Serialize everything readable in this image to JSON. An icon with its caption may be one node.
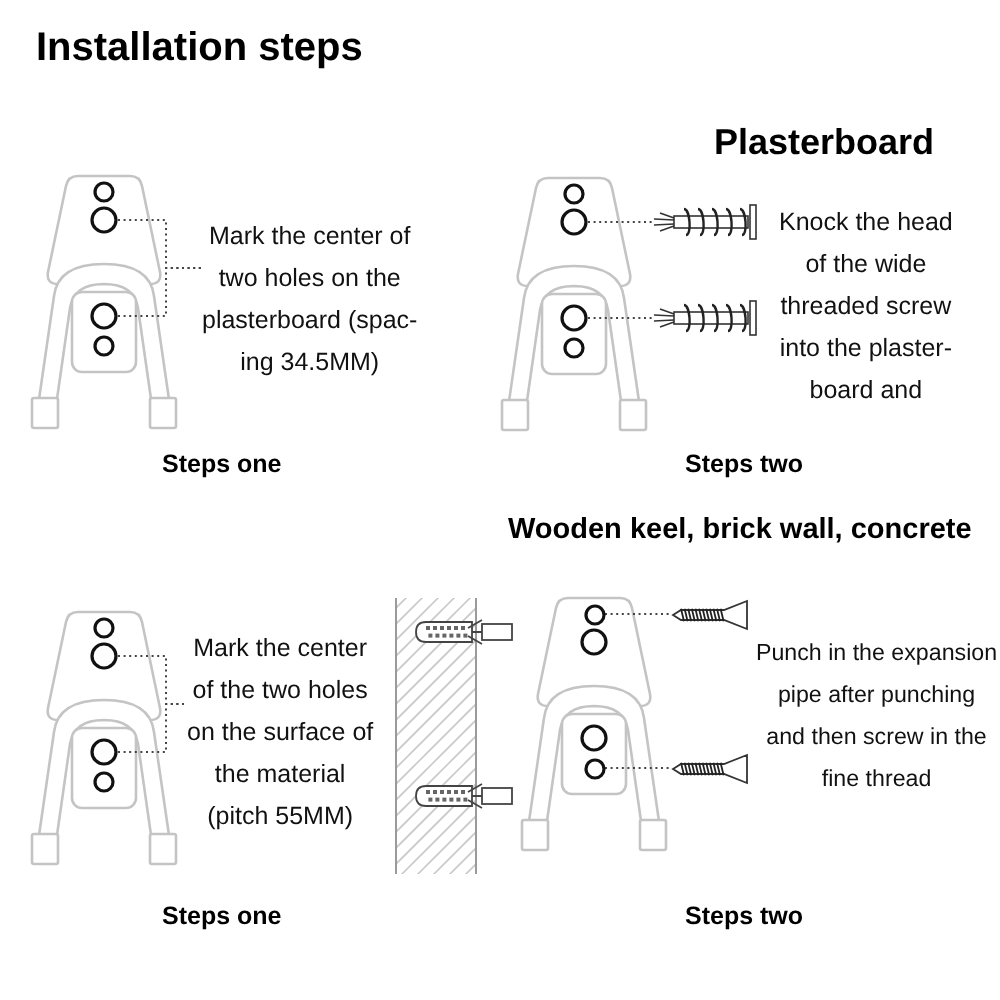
{
  "diagram": {
    "title": "Installation steps",
    "nodes": [
      {
        "text": [],
        "shape": "circle"
      },
      {
        "text": [],
        "shape": "circle"
      },
      {
        "text": [
          "Mark the center of two holes on the plasterboard (spac- ing 34.5MM)"
        ]
      },
      {
        "text": [],
        "shape": "circle"
      },
      {
        "text": [],
        "shape": "picture"
      },
      {
        "text": [],
        "shape": "circle"
      },
      {
        "text": [],
        "shape": "picture"
      },
      {
        "text": [
          "Knock the head of the wide threaded screw into the plaster- board and"
        ]
      },
      {
        "text": [],
        "shape": "circle"
      },
      {
        "text": [],
        "shape": "circle"
      },
      {
        "text": [
          "Mark the center of the two holes on the surface of the material (pitch 55MM)"
        ]
      },
      {
        "text": [],
        "shape": "circle"
      },
      {
        "text": [],
        "shape": "picture"
      },
      {
        "text": [],
        "shape": "circle"
      },
      {
        "text": [],
        "shape": "picture"
      },
      {
        "text": [
          "Punch in the expansion pipe after punching and then screw in the fine thread"
        ]
      }
    ],
    "edges": [
      {
        "from": 0,
        "to": 2,
        "arrow": "none",
        "style": "dashed"
      },
      {
        "from": 1,
        "to": 2,
        "arrow": "none",
        "style": "dashed"
      },
      {
        "from": 3,
        "to": 4,
        "arrow": "none",
        "style": "dashed"
      },
      {
        "from": 5,
        "to": 6,
        "arrow": "none",
        "style": "dashed"
      },
      {
        "from": 8,
        "to": 10,
        "arrow": "none",
        "style": "dashed"
      },
      {
        "from": 9,
        "to": 10,
        "arrow": "none",
        "style": "dashed"
      },
      {
        "from": 11,
        "to": 12,
        "arrow": "none",
        "style": "dashed"
      },
      {
        "from": 13,
        "to": 14,
        "arrow": "none",
        "style": "dashed"
      }
    ],
    "labels": [
      "Plasterboard",
      "Steps one",
      "Steps two",
      "Wooden keel, brick wall, concrete",
      "Steps one",
      "Steps two"
    ]
  }
}
